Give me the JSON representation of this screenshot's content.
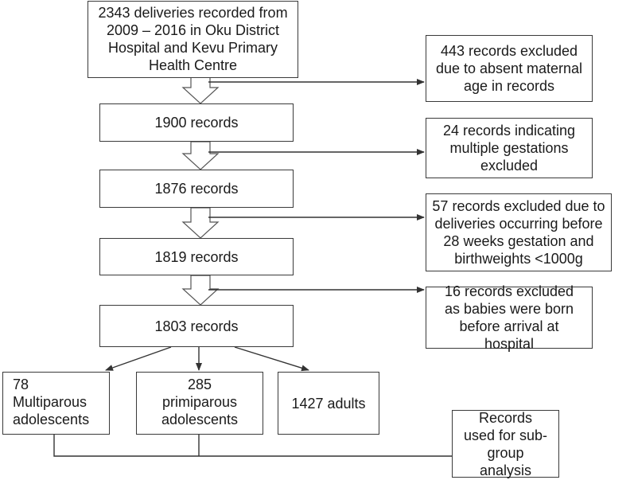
{
  "flowchart": {
    "start": "2343 deliveries recorded from 2009 – 2016 in Oku District Hospital and Kevu Primary Health Centre",
    "steps": [
      {
        "records": "1900 records",
        "excluded": "443 records excluded due to absent maternal age in records"
      },
      {
        "records": "1876 records",
        "excluded": "24 records indicating multiple gestations excluded"
      },
      {
        "records": "1819 records",
        "excluded": "57 records excluded due to deliveries occurring before 28 weeks gestation and birthweights <1000g"
      },
      {
        "records": "1803 records",
        "excluded": "16 records excluded as babies were born before arrival at hospital"
      }
    ],
    "groups": [
      {
        "label": "78 Multiparous adolescents"
      },
      {
        "label": "285 primiparous adolescents"
      },
      {
        "label": "1427 adults"
      }
    ],
    "subgroup": "Records used for sub-group analysis"
  }
}
